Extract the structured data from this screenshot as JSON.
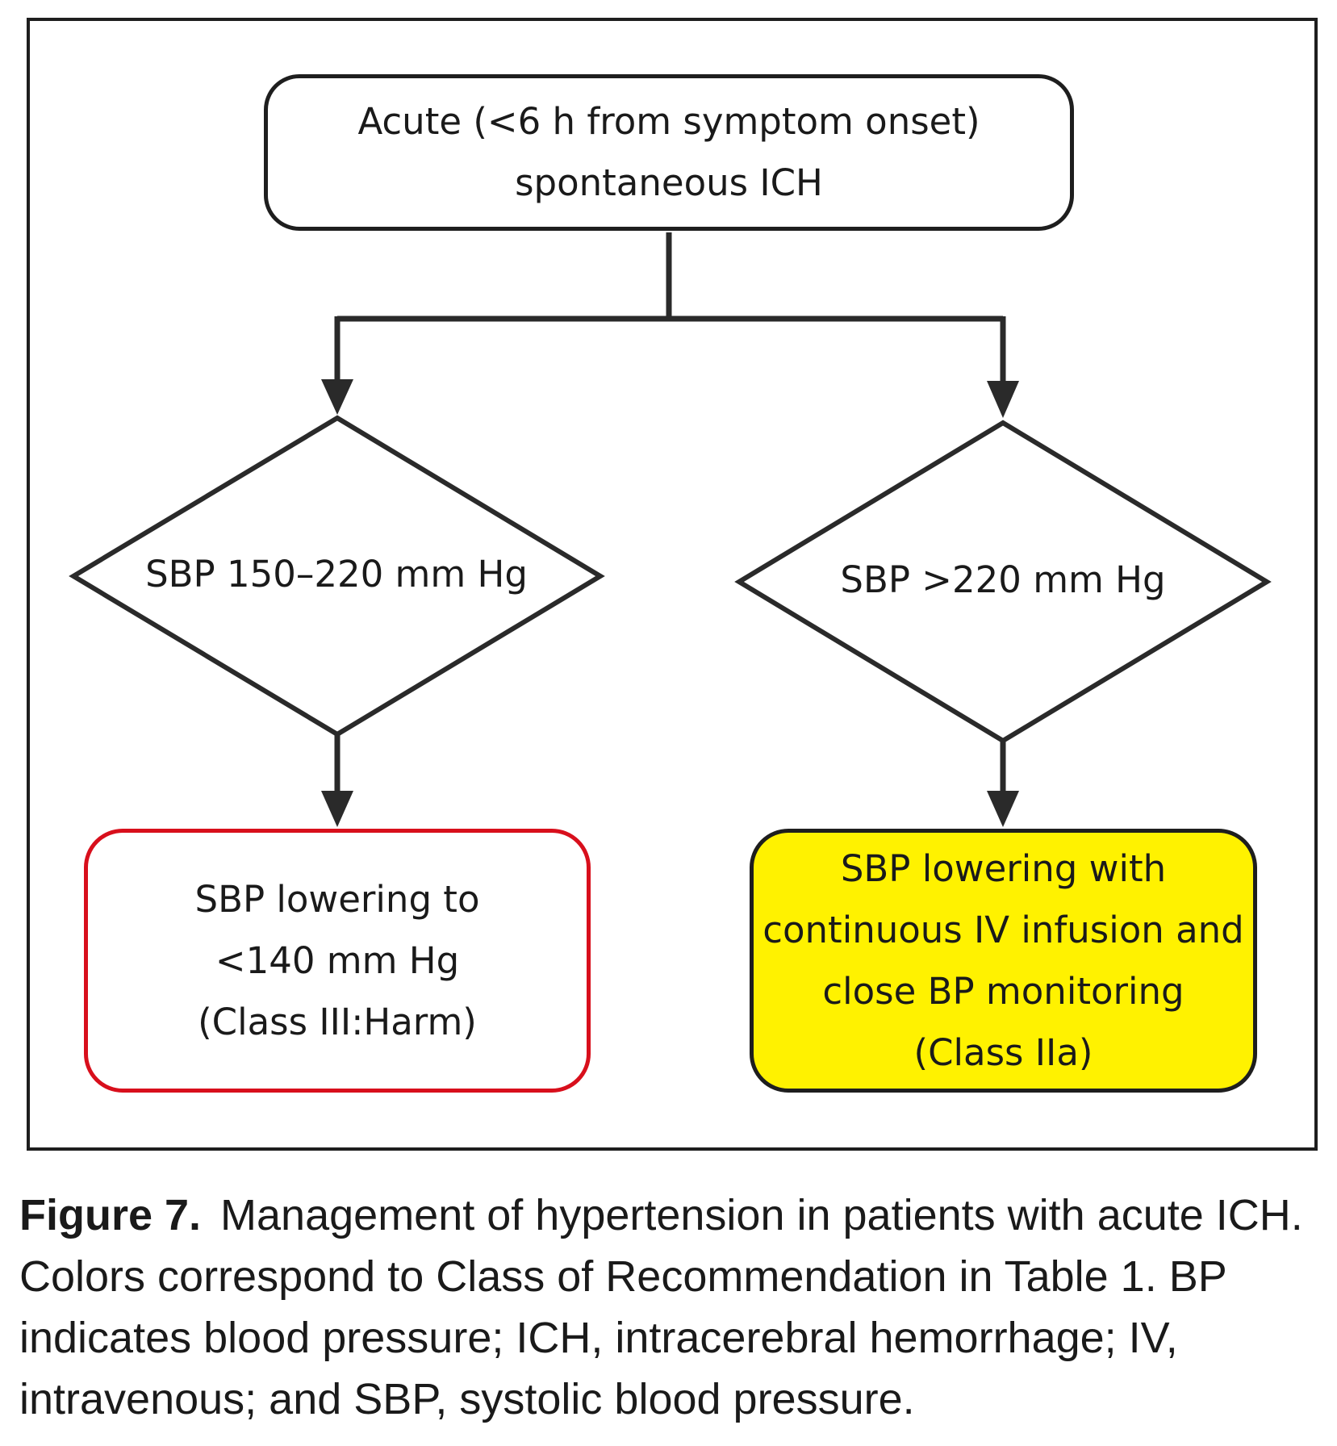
{
  "diagram": {
    "start_node": {
      "lines": [
        "Acute (<6 h from symptom onset)",
        "spontaneous ICH"
      ]
    },
    "decisions": {
      "left": "SBP 150–220 mm Hg",
      "right": "SBP >220 mm Hg"
    },
    "outcomes": {
      "left": {
        "lines": [
          "SBP lowering to",
          "<140 mm Hg",
          "(Class III:Harm)"
        ],
        "border_color": "#d80f1c",
        "fill_color": "#ffffff"
      },
      "right": {
        "lines": [
          "SBP lowering with",
          "continuous IV infusion and",
          "close BP monitoring",
          "(Class IIa)"
        ],
        "border_color": "#1e1e1e",
        "fill_color": "#fff200"
      }
    }
  },
  "caption": {
    "label": "Figure 7.",
    "text": "Management of hypertension in patients with acute ICH. Colors correspond to Class of Recommendation in Table 1. BP indicates blood pressure; ICH, intracerebral hemorrhage; IV, intravenous; and SBP, systolic blood pressure."
  }
}
